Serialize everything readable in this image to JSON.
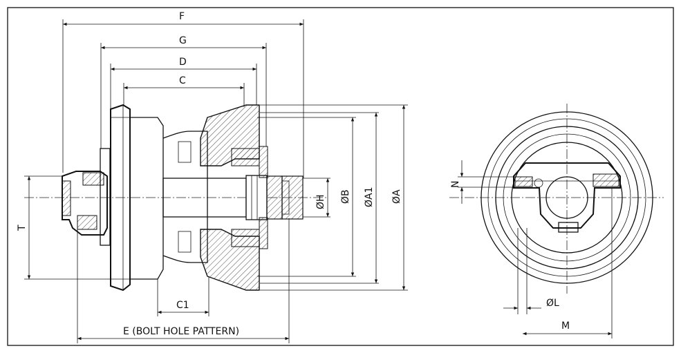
{
  "labels": {
    "F": "F",
    "G": "G",
    "D": "D",
    "C": "C",
    "C1": "C1",
    "E": "E (BOLT HOLE PATTERN)",
    "T": "T",
    "H": "ØH",
    "B": "ØB",
    "A1": "ØA1",
    "A": "ØA",
    "N": "N",
    "L": "ØL",
    "M": "M"
  }
}
